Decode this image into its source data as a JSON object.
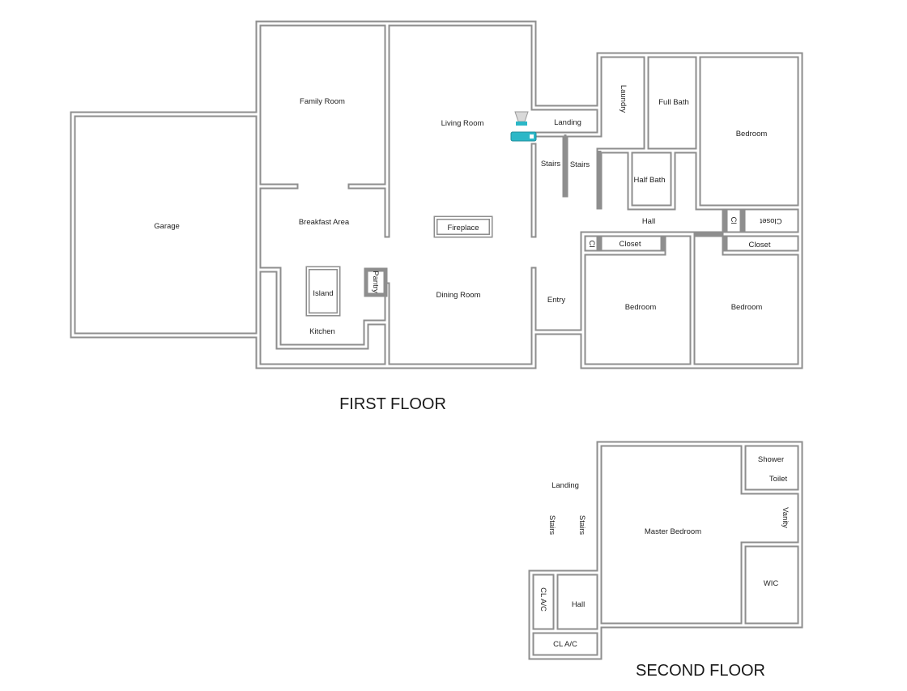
{
  "floors": {
    "first": "FIRST FLOOR",
    "second": "SECOND FLOOR"
  },
  "rooms": {
    "garage": "Garage",
    "family_room": "Family Room",
    "breakfast_area": "Breakfast Area",
    "island": "Island",
    "pantry": "Pantry",
    "kitchen": "Kitchen",
    "living_room": "Living Room",
    "fireplace": "Fireplace",
    "dining_room": "Dining Room",
    "landing": "Landing",
    "stairs_left": "Stairs",
    "stairs_right": "Stairs",
    "entry": "Entry",
    "laundry": "Laundry",
    "full_bath": "Full Bath",
    "half_bath": "Half Bath",
    "bedroom_top": "Bedroom",
    "hall": "Hall",
    "cl_hall": "Cl",
    "closet_right_top": "Closet",
    "cl_small": "Cl",
    "closet_middle": "Closet",
    "closet_right_bottom": "Closet",
    "bedroom_middle": "Bedroom",
    "bedroom_right": "Bedroom"
  },
  "second": {
    "landing": "Landing",
    "stairs_left": "Stairs",
    "stairs_right": "Stairs",
    "master_bedroom": "Master Bedroom",
    "shower": "Shower",
    "toilet": "Toilet",
    "vanity": "Vanity",
    "wic": "WIC",
    "cl_ac_vertical": "CL A/C",
    "hall": "Hall",
    "cl_ac_horizontal": "CL A/C"
  },
  "colors": {
    "wall": "#8e8e8e",
    "fixture": "#2bb7c7"
  },
  "icons": [
    "ceiling-light-icon",
    "thermostat-icon"
  ]
}
